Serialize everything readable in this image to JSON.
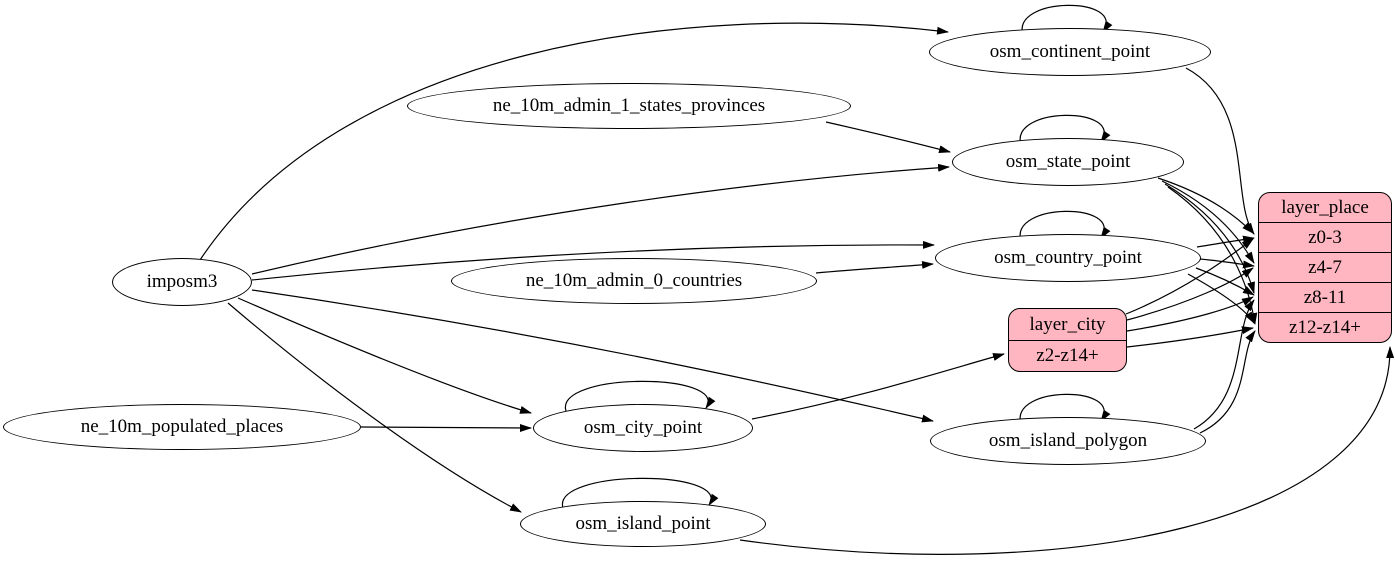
{
  "graph": {
    "colors": {
      "layer_fill": "#ffb6c1",
      "table_fill": "#ffffff",
      "edge": "#000000"
    },
    "tables": [
      {
        "id": "imposm3",
        "label": "imposm3"
      },
      {
        "id": "ne_10m_admin_1_states_provinces",
        "label": "ne_10m_admin_1_states_provinces"
      },
      {
        "id": "ne_10m_admin_0_countries",
        "label": "ne_10m_admin_0_countries"
      },
      {
        "id": "ne_10m_populated_places",
        "label": "ne_10m_populated_places"
      },
      {
        "id": "osm_continent_point",
        "label": "osm_continent_point"
      },
      {
        "id": "osm_state_point",
        "label": "osm_state_point"
      },
      {
        "id": "osm_country_point",
        "label": "osm_country_point"
      },
      {
        "id": "osm_city_point",
        "label": "osm_city_point"
      },
      {
        "id": "osm_island_polygon",
        "label": "osm_island_polygon"
      },
      {
        "id": "osm_island_point",
        "label": "osm_island_point"
      }
    ],
    "layers": [
      {
        "id": "layer_city",
        "label": "layer_city",
        "rows": [
          "z2-z14+"
        ]
      },
      {
        "id": "layer_place",
        "label": "layer_place",
        "rows": [
          "z0-3",
          "z4-7",
          "z8-11",
          "z12-z14+"
        ]
      }
    ],
    "edges": [
      {
        "from": "imposm3",
        "to": "osm_continent_point"
      },
      {
        "from": "imposm3",
        "to": "osm_state_point"
      },
      {
        "from": "imposm3",
        "to": "osm_country_point"
      },
      {
        "from": "imposm3",
        "to": "osm_city_point"
      },
      {
        "from": "imposm3",
        "to": "osm_island_polygon"
      },
      {
        "from": "imposm3",
        "to": "osm_island_point"
      },
      {
        "from": "ne_10m_admin_1_states_provinces",
        "to": "osm_state_point"
      },
      {
        "from": "ne_10m_admin_0_countries",
        "to": "osm_country_point"
      },
      {
        "from": "ne_10m_populated_places",
        "to": "osm_city_point"
      },
      {
        "from": "osm_continent_point",
        "to": "osm_continent_point"
      },
      {
        "from": "osm_state_point",
        "to": "osm_state_point"
      },
      {
        "from": "osm_country_point",
        "to": "osm_country_point"
      },
      {
        "from": "osm_city_point",
        "to": "osm_city_point"
      },
      {
        "from": "osm_island_polygon",
        "to": "osm_island_polygon"
      },
      {
        "from": "osm_island_point",
        "to": "osm_island_point"
      },
      {
        "from": "osm_continent_point",
        "to": "layer_place",
        "port": "z0-3"
      },
      {
        "from": "osm_state_point",
        "to": "layer_place",
        "port": "z0-3"
      },
      {
        "from": "osm_state_point",
        "to": "layer_place",
        "port": "z4-7"
      },
      {
        "from": "osm_state_point",
        "to": "layer_place",
        "port": "z8-11"
      },
      {
        "from": "osm_state_point",
        "to": "layer_place",
        "port": "z12-z14+"
      },
      {
        "from": "osm_country_point",
        "to": "layer_place",
        "port": "z0-3"
      },
      {
        "from": "osm_country_point",
        "to": "layer_place",
        "port": "z4-7"
      },
      {
        "from": "osm_country_point",
        "to": "layer_place",
        "port": "z8-11"
      },
      {
        "from": "osm_country_point",
        "to": "layer_place",
        "port": "z12-z14+"
      },
      {
        "from": "osm_island_polygon",
        "to": "layer_place",
        "port": "z8-11"
      },
      {
        "from": "osm_island_polygon",
        "to": "layer_place",
        "port": "z12-z14+"
      },
      {
        "from": "osm_island_point",
        "to": "layer_place",
        "port": "z12-z14+"
      },
      {
        "from": "osm_city_point",
        "to": "layer_city",
        "port": "z2-z14+"
      },
      {
        "from": "layer_city",
        "to": "layer_place",
        "port": "z0-3"
      },
      {
        "from": "layer_city",
        "to": "layer_place",
        "port": "z4-7"
      },
      {
        "from": "layer_city",
        "to": "layer_place",
        "port": "z8-11"
      },
      {
        "from": "layer_city",
        "to": "layer_place",
        "port": "z12-z14+"
      }
    ]
  }
}
